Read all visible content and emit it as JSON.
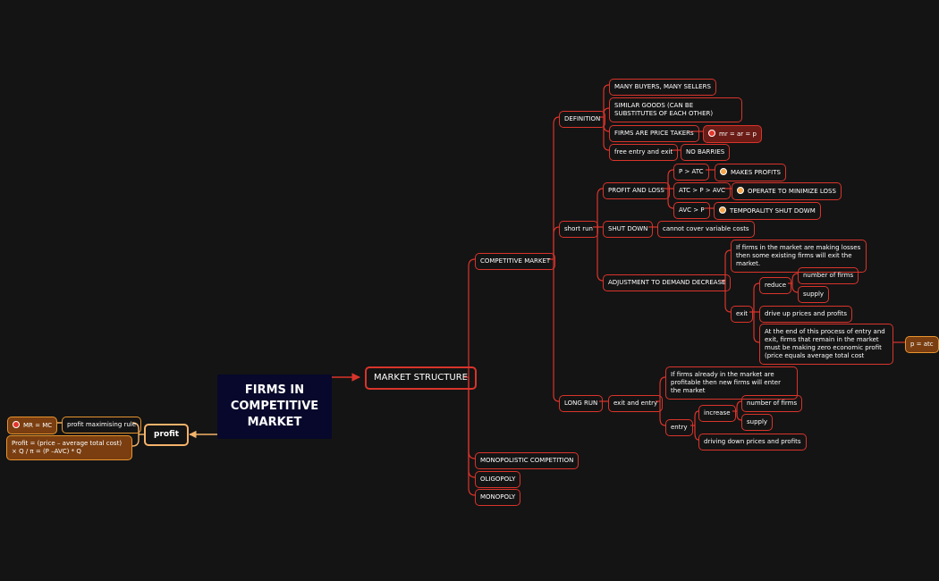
{
  "topic": "FIRMS IN COMPETITIVE MARKET",
  "profit": {
    "label": "profit",
    "rule": "profit maximising rule",
    "mr_mc": "MR = MC",
    "formula": "Profit = (price – average total cost) × Q / π = (P –AVC) * Q"
  },
  "market_structure": {
    "label": "MARKET STRUCTURE",
    "competitive": "COMPETITIVE MARKET",
    "monopolistic": "MONOPOLISTIC COMPETITION",
    "oligopoly": "OLIGOPOLY",
    "monopoly": "MONOPOLY"
  },
  "definition": {
    "label": "DEFINITION",
    "many": "MANY BUYERS, MANY SELLERS",
    "similar": "SIMILAR GOODS (CAN BE SUBSTITUTES OF EACH OTHER)",
    "price_takers": "FIRMS ARE PRICE TAKERs",
    "mr_ar_p": "mr = ar = p",
    "free_entry": "free entry and exit",
    "no_barries": "NO BARRIES"
  },
  "short_run": {
    "label": "short run",
    "profit_loss": "PROFIT AND LOSS",
    "p_atc": "P > ATC",
    "makes_profits": "MAKES PROFITS",
    "atc_p_avc": "ATC > P > AVC",
    "operate": "OPERATE TO MINIMIZE LOSS",
    "avc_p": "AVC > P",
    "temporality": "TEMPORALITY SHUT DOWM",
    "shut_down": "SHUT DOWN",
    "cannot_cover": "cannot cover variable costs",
    "adjustment": "ADJUSTMENT TO DEMAND DECREASE",
    "losses_text": "If firms in the market are making losses then some existing firms will exit the market.",
    "exit": "exit",
    "reduce": "reduce",
    "number_of_firms": "number of firms",
    "supply": "supply",
    "drive_up": "drive up prices and profits",
    "end_text": "At the end of this process of entry and exit, firms that remain in the market must be making zero economic profit (price equals average total cost",
    "p_atc_eq": "p = atc"
  },
  "long_run": {
    "label": "LONG RUN",
    "exit_entry": "exit and entry",
    "profitable_text": "If firms already in the market are profitable then new firms will enter the market",
    "entry": "entry",
    "increase": "increase",
    "number_of_firms": "number of firms",
    "supply": "supply",
    "driving_down": "driving down prices and profits"
  }
}
